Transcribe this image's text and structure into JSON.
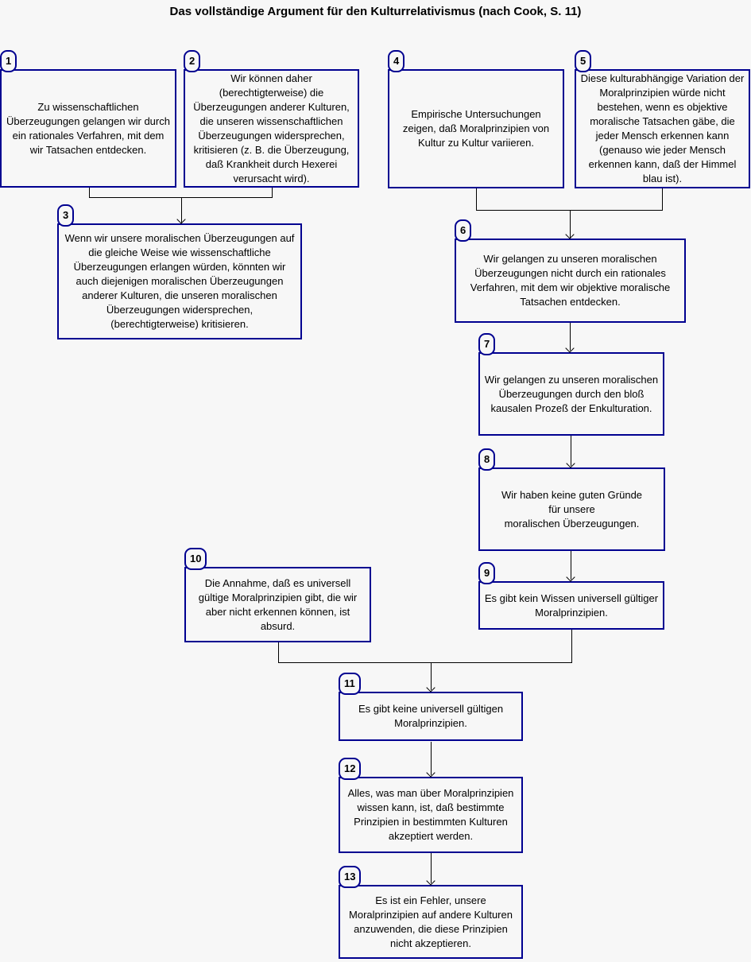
{
  "title": "Das vollständige Argument für den Kulturrelativismus (nach Cook, S. 11)",
  "colors": {
    "box_border": "#000090",
    "connector": "#000000",
    "background": "#f7f7f7",
    "text": "#000000"
  },
  "diagram": {
    "boxes": [
      {
        "number": "1",
        "text": "Zu wissenschaftlichen Überzeugungen gelangen wir durch ein rationales Verfahren, mit dem wir Tatsachen entdecken."
      },
      {
        "number": "2",
        "text": "Wir können daher (berechtigterweise) die Überzeugungen anderer Kulturen, die unseren wissenschaftlichen Überzeugungen widersprechen, kritisieren (z. B. die Überzeugung, daß Krankheit durch Hexerei verursacht wird)."
      },
      {
        "number": "3",
        "text": "Wenn wir unsere moralischen Überzeugungen auf die gleiche Weise wie wissenschaftliche Überzeugungen erlangen würden, könnten wir auch diejenigen moralischen Überzeugungen anderer Kulturen, die unseren moralischen Überzeugungen widersprechen, (berechtigterweise) kritisieren."
      },
      {
        "number": "4",
        "text": "Empirische Untersuchungen zeigen, daß Moralprinzipien von Kultur zu Kultur variieren."
      },
      {
        "number": "5",
        "text": "Diese kulturabhängige Variation der Moralprinzipien würde nicht bestehen, wenn es objektive moralische Tatsachen gäbe, die jeder Mensch erkennen kann (genauso wie jeder Mensch erkennen kann, daß der Himmel blau ist)."
      },
      {
        "number": "6",
        "text": "Wir gelangen zu unseren moralischen Überzeugungen nicht durch ein rationales Verfahren, mit dem wir objektive moralische Tatsachen entdecken."
      },
      {
        "number": "7",
        "text": "Wir gelangen zu unseren moralischen Überzeugungen durch den bloß kausalen Prozeß der Enkulturation."
      },
      {
        "number": "8",
        "text": "Wir haben keine guten Gründe\nfür unsere\nmoralischen Überzeugungen."
      },
      {
        "number": "9",
        "text": "Es gibt kein Wissen universell gültiger Moralprinzipien."
      },
      {
        "number": "10",
        "text": "Die Annahme, daß es universell gültige Moralprinzipien gibt, die wir aber nicht erkennen können, ist absurd."
      },
      {
        "number": "11",
        "text": "Es gibt keine universell gültigen Moralprinzipien."
      },
      {
        "number": "12",
        "text": "Alles, was man über Moralprinzipien wissen kann, ist, daß bestimmte Prinzipien in bestimmten Kulturen akzeptiert werden."
      },
      {
        "number": "13",
        "text": "Es ist ein Fehler, unsere Moralprinzipien auf andere Kulturen anzuwenden, die diese Prinzipien nicht akzeptieren."
      }
    ],
    "edges": [
      {
        "from": "1",
        "to": "3"
      },
      {
        "from": "2",
        "to": "3"
      },
      {
        "from": "4",
        "to": "6"
      },
      {
        "from": "5",
        "to": "6"
      },
      {
        "from": "6",
        "to": "7"
      },
      {
        "from": "7",
        "to": "8"
      },
      {
        "from": "8",
        "to": "9"
      },
      {
        "from": "9",
        "to": "11"
      },
      {
        "from": "10",
        "to": "11"
      },
      {
        "from": "11",
        "to": "12"
      },
      {
        "from": "12",
        "to": "13"
      }
    ]
  }
}
